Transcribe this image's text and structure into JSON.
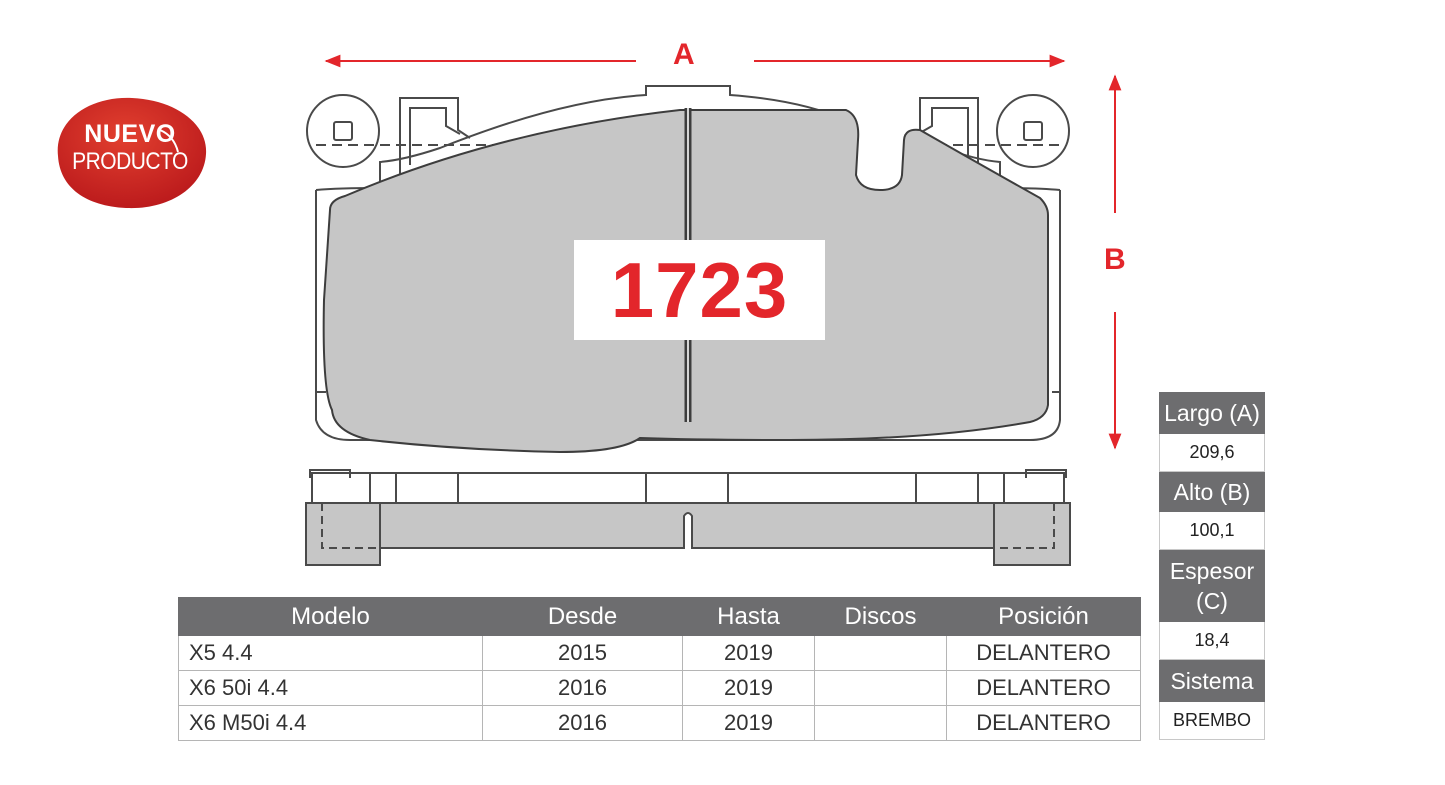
{
  "badge": {
    "line1": "NUEVO",
    "line2": "PRODUCTO",
    "color": "#d7261e"
  },
  "part_number": "1723",
  "dimension_labels": {
    "a": "A",
    "b": "B"
  },
  "colors": {
    "accent": "#e3262b",
    "pad_fill": "#c6c6c6",
    "header_bg": "#6d6d6f"
  },
  "applications": {
    "headers": [
      "Modelo",
      "Desde",
      "Hasta",
      "Discos",
      "Posición"
    ],
    "rows": [
      [
        "X5 4.4",
        "2015",
        "2019",
        "",
        "DELANTERO"
      ],
      [
        "X6 50i 4.4",
        "2016",
        "2019",
        "",
        "DELANTERO"
      ],
      [
        "X6 M50i 4.4",
        "2016",
        "2019",
        "",
        "DELANTERO"
      ]
    ]
  },
  "specs": {
    "largo_label": "Largo (A)",
    "largo_value": "209,6",
    "alto_label": "Alto (B)",
    "alto_value": "100,1",
    "espesor_label": "Espesor (C)",
    "espesor_value": "18,4",
    "sistema_label": "Sistema",
    "sistema_value": "BREMBO"
  }
}
